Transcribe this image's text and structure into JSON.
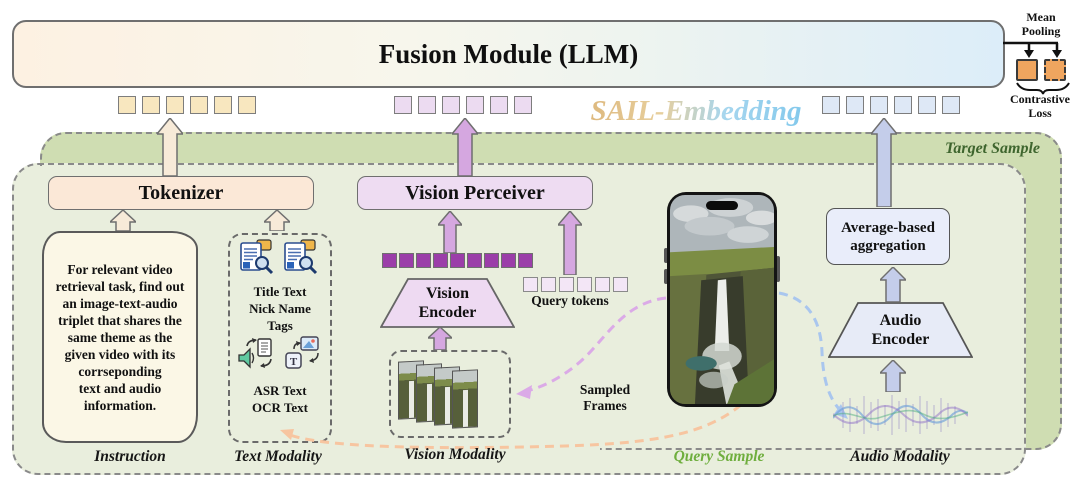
{
  "figure": {
    "fusion_title": "Fusion Module (LLM)",
    "brand": "SAIL-Embedding",
    "target_sample": "Target Sample",
    "query_sample": "Query Sample"
  },
  "mean_pooling": {
    "label": "Mean\nPooling",
    "loss": "Contrastive\nLoss"
  },
  "modules": {
    "tokenizer": "Tokenizer",
    "vision_perceiver": "Vision Perceiver",
    "aggregation": "Average-based\naggregation",
    "vision_encoder": "Vision\nEncoder",
    "audio_encoder": "Audio\nEncoder"
  },
  "instruction": {
    "label": "Instruction",
    "text": "For relevant video\nretrieval task, find out\nan image-text-audio\ntriplet that shares the\nsame theme as the\ngiven video with its\ncorrseponding\ntext and audio\ninformation."
  },
  "text_modality": {
    "label": "Text Modality",
    "meta_fields": "Title Text\nNick Name\nTags",
    "derived_fields": "ASR Text\nOCR Text"
  },
  "vision_modality": {
    "label": "Vision Modality",
    "query_tokens_label": "Query tokens",
    "sampled_frames_label": "Sampled\nFrames"
  },
  "audio_modality": {
    "label": "Audio Modality"
  },
  "tokens": {
    "fusion_text": 6,
    "fusion_vision": 6,
    "fusion_audio": 6,
    "vision_patches": 9,
    "query": 6
  },
  "colors": {
    "text_token": "#f8e7bf",
    "vision_token": "#ecdbf1",
    "audio_token": "#dee8f6",
    "vision_patch_token": "#9b3ea9",
    "pooling_square": "#efa55f",
    "target_card": "#cfddb2",
    "query_card": "#e9eedd",
    "tokenizer_box": "#fbe8d7",
    "vision_box": "#eedcf2",
    "audio_box": "#e9edfa",
    "brand_orange": "#dcb579",
    "brand_blue": "#7ec7ec",
    "target_label_green": "#3e652e",
    "query_label_green": "#6fae3e"
  }
}
